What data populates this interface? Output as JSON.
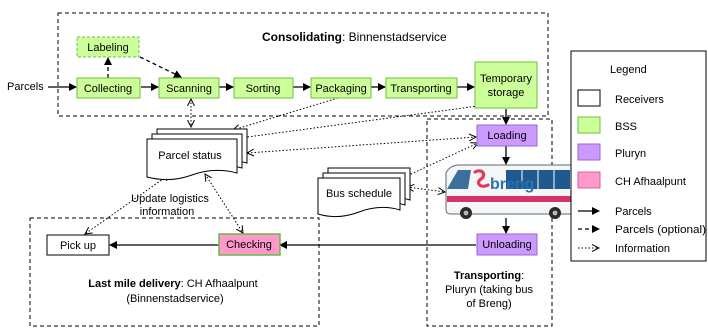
{
  "legend": {
    "title": "Legend",
    "items": {
      "receivers": "Receivers",
      "bss": "BSS",
      "pluryn": "Pluryn",
      "ch": "CH Afhaalpunt",
      "parcels": "Parcels",
      "parcels_optional": "Parcels (optional)",
      "information": "Information"
    }
  },
  "groups": {
    "consolidating": {
      "bold": "Consolidating",
      "rest": ": Binnenstadservice"
    },
    "last_mile": {
      "bold": "Last mile delivery",
      "rest": ": CH Afhaalpunt",
      "line2": "(Binnenstadservice)"
    },
    "transporting": {
      "bold": "Transporting",
      "rest": ":",
      "line2": "Pluryn (taking bus",
      "line3": "of Breng)"
    }
  },
  "input_label": "Parcels",
  "nodes": {
    "labeling": "Labeling",
    "collecting": "Collecting",
    "scanning": "Scanning",
    "sorting": "Sorting",
    "packaging": "Packaging",
    "transporting": "Transporting",
    "temporary_storage_1": "Temporary",
    "temporary_storage_2": "storage",
    "loading": "Loading",
    "unloading": "Unloading",
    "checking": "Checking",
    "pick_up": "Pick up",
    "parcel_status": "Parcel status",
    "bus_schedule": "Bus schedule"
  },
  "annotations": {
    "update_1": "Update logistics",
    "update_2": "information"
  },
  "bus": {
    "brand": "breng"
  },
  "colors": {
    "bss": "#ccff99",
    "pluryn": "#cc99ff",
    "ch": "#ff99cc",
    "receivers": "#ffffff",
    "arrow": "#000000"
  }
}
